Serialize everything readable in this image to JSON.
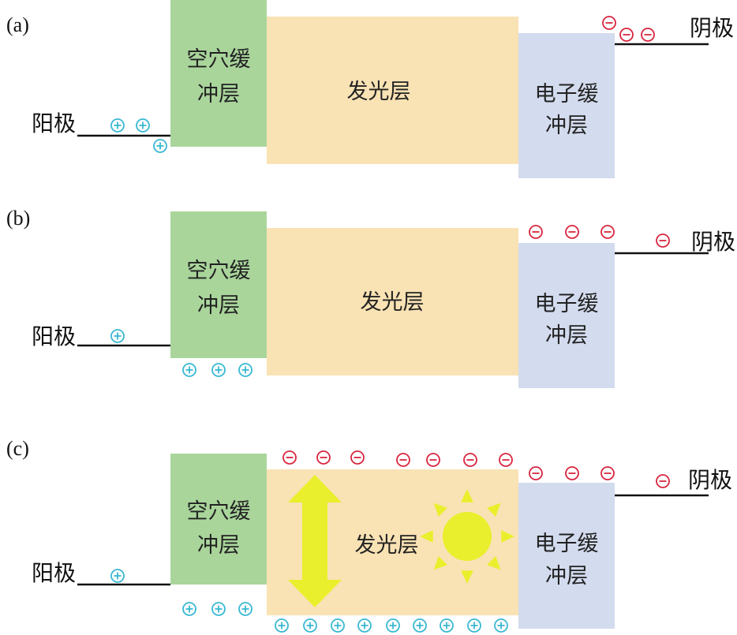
{
  "colors": {
    "hole_layer": "#a9d59b",
    "emissive_layer": "#f9e2b4",
    "electron_layer": "#d3dbee",
    "electrode_line": "#111111",
    "hole_charge": "#3ab8d2",
    "electron_charge": "#d9263f",
    "arrow": "#e9ef2c",
    "sun": "#e9ef2c"
  },
  "labels": {
    "anode": "阳极",
    "cathode": "阴极",
    "hole_layer": [
      "空穴缓",
      "冲层"
    ],
    "emissive_layer": "发光层",
    "electron_layer": [
      "电子缓",
      "冲层"
    ]
  },
  "panels": [
    {
      "id": "a",
      "label": "(a)"
    },
    {
      "id": "b",
      "label": "(b)"
    },
    {
      "id": "c",
      "label": "(c)"
    }
  ],
  "symbols": {
    "hole": "+",
    "electron": "−",
    "icons": {
      "hole": "hole-charge-icon",
      "electron": "electron-charge-icon",
      "light": "sun-icon",
      "arrow": "double-arrow-icon"
    }
  }
}
